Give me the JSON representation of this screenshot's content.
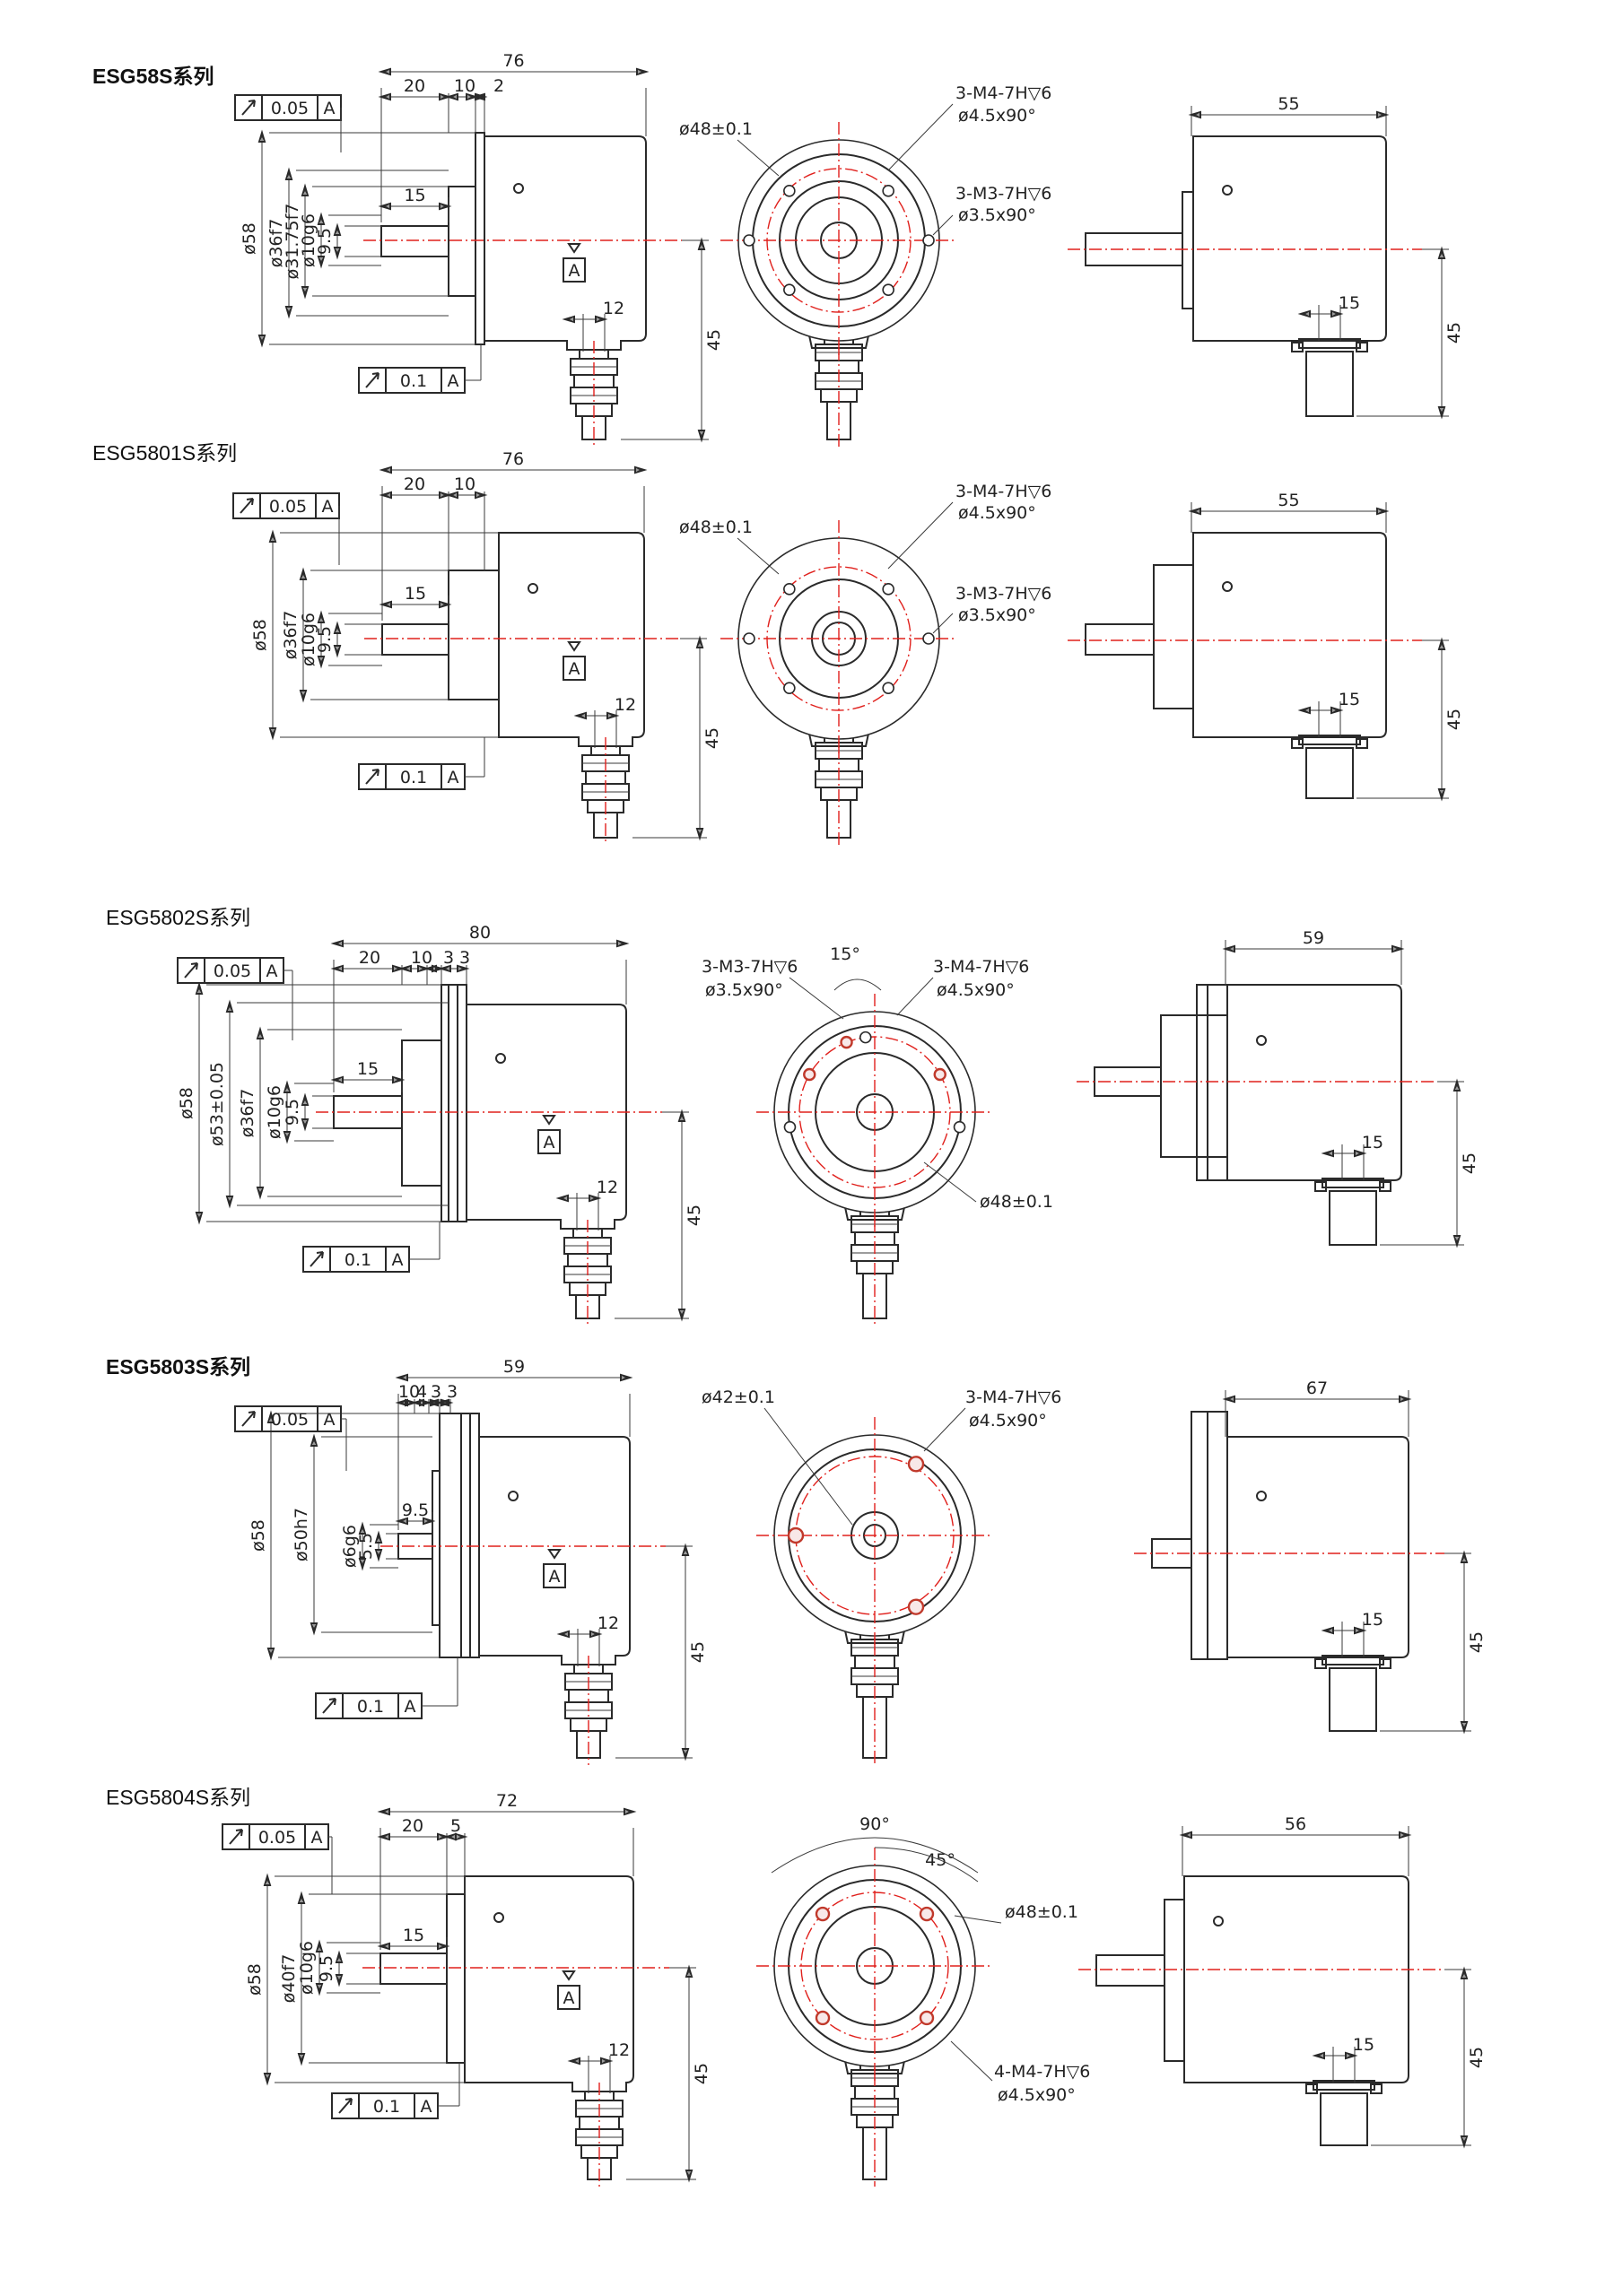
{
  "sections": [
    {
      "title": "ESG58S系列",
      "bold": true,
      "side": {
        "total_length": "76",
        "d1": "20",
        "d2": "10",
        "d3": "2",
        "shaft_len": "15",
        "diameters": [
          "ø58",
          "ø36f7",
          "ø31.75f7",
          "ø10g6",
          "9.5"
        ],
        "tol_top": "0.05",
        "tol_bottom": "0.1",
        "datum": "A",
        "cable_w": "12",
        "height": "45"
      },
      "front": {
        "pcd": "ø48±0.1",
        "thread1": "3-M4-7H▽6",
        "csk1": "ø4.5x90°",
        "thread2": "3-M3-7H▽6",
        "csk2": "ø3.5x90°"
      },
      "rear": {
        "length": "55",
        "cable_w": "15",
        "height": "45"
      }
    },
    {
      "title": "ESG5801S系列",
      "bold": false,
      "side": {
        "total_length": "76",
        "d1": "20",
        "d2": "10",
        "d3": "",
        "shaft_len": "15",
        "diameters": [
          "ø58",
          "ø36f7",
          "ø10g6",
          "9.5"
        ],
        "tol_top": "0.05",
        "tol_bottom": "0.1",
        "datum": "A",
        "cable_w": "12",
        "height": "45"
      },
      "front": {
        "pcd": "ø48±0.1",
        "thread1": "3-M4-7H▽6",
        "csk1": "ø4.5x90°",
        "thread2": "3-M3-7H▽6",
        "csk2": "ø3.5x90°"
      },
      "rear": {
        "length": "55",
        "cable_w": "15",
        "height": "45"
      }
    },
    {
      "title": "ESG5802S系列",
      "bold": false,
      "side": {
        "total_length": "80",
        "d1": "20",
        "d2": "10",
        "d3": "3",
        "d4": "3",
        "shaft_len": "15",
        "diameters": [
          "ø58",
          "ø53±0.05",
          "ø36f7",
          "ø10g6",
          "9.5"
        ],
        "tol_top": "0.05",
        "tol_bottom": "0.1",
        "datum": "A",
        "cable_w": "12",
        "height": "45"
      },
      "front": {
        "angle": "15°",
        "pcd": "ø48±0.1",
        "thread1": "3-M4-7H▽6",
        "csk1": "ø4.5x90°",
        "thread2": "3-M3-7H▽6",
        "csk2": "ø3.5x90°"
      },
      "rear": {
        "length": "59",
        "cable_w": "15",
        "height": "45"
      }
    },
    {
      "title": "ESG5803S系列",
      "bold": true,
      "side": {
        "total_length": "59",
        "d1": "10",
        "d2": "4",
        "d3": "3",
        "d4": "3",
        "shaft_len": "9.5",
        "diameters": [
          "ø58",
          "ø50h7",
          "ø6g6",
          "5.5"
        ],
        "tol_top": "0.05",
        "tol_bottom": "0.1",
        "datum": "A",
        "cable_w": "12",
        "height": "45"
      },
      "front": {
        "pcd": "ø42±0.1",
        "thread1": "3-M4-7H▽6",
        "csk1": "ø4.5x90°"
      },
      "rear": {
        "length": "67",
        "cable_w": "15",
        "height": "45"
      }
    },
    {
      "title": "ESG5804S系列",
      "bold": false,
      "side": {
        "total_length": "72",
        "d1": "20",
        "d2": "5",
        "shaft_len": "15",
        "diameters": [
          "ø58",
          "ø40f7",
          "ø10g6",
          "9.5"
        ],
        "tol_top": "0.05",
        "tol_bottom": "0.1",
        "datum": "A",
        "cable_w": "12",
        "height": "45"
      },
      "front": {
        "angle1": "90°",
        "angle2": "45°",
        "pcd": "ø48±0.1",
        "thread1": "4-M4-7H▽6",
        "csk1": "ø4.5x90°"
      },
      "rear": {
        "length": "56",
        "cable_w": "15",
        "height": "45"
      }
    }
  ]
}
